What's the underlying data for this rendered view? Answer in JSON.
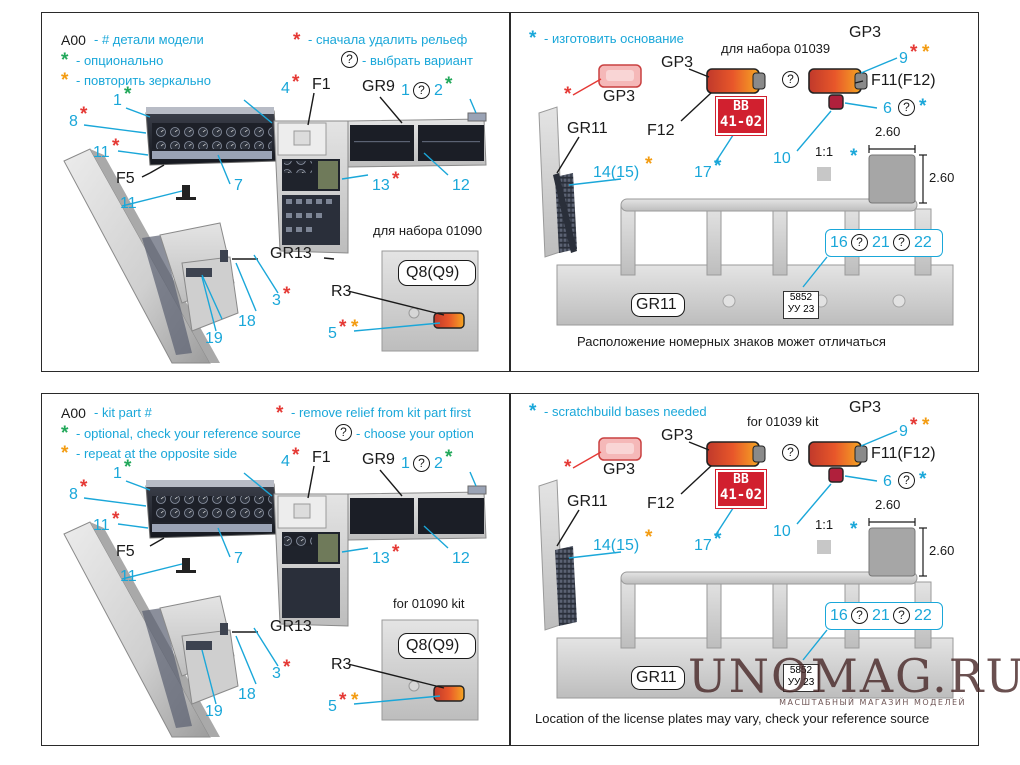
{
  "ru": {
    "legend": {
      "code": "A00",
      "kit_part": "- # детали модели",
      "optional": "- опционально",
      "mirror": "- повторить зеркально",
      "remove_relief": "- сначала удалить рельеф",
      "choose_variant": "- выбрать вариант",
      "scratchbuild": "- изготовить основание"
    },
    "kit_01039": "для набора 01039",
    "kit_01090": "для набора 01090",
    "caption": "Расположение номерных знаков может отличаться"
  },
  "en": {
    "legend": {
      "code": "A00",
      "kit_part": "- kit part #",
      "optional": "- optional, check your reference source",
      "mirror": "- repeat at the opposite side",
      "remove_relief": "- remove relief from kit part first",
      "choose_variant": "- choose your option",
      "scratchbuild": "- scratchbuild bases needed"
    },
    "kit_01039": "for 01039 kit",
    "kit_01090": "for 01090 kit",
    "caption": "Location of the license plates may vary, check your reference source"
  },
  "symbols": {
    "star": "*",
    "question": "?"
  },
  "parts": {
    "p1": "1",
    "p2": "2",
    "p3": "3",
    "p4": "4",
    "p5": "5",
    "p6": "6",
    "p7": "7",
    "p8": "8",
    "p9": "9",
    "p10": "10",
    "p11": "11",
    "p12": "12",
    "p13": "13",
    "p14_15": "14(15)",
    "p16": "16",
    "p17": "17",
    "p18": "18",
    "p19": "19",
    "p21": "21",
    "p22": "22",
    "f1": "F1",
    "f5": "F5",
    "f11_f12": "F11(F12)",
    "f12": "F12",
    "gr9": "GR9",
    "gr11": "GR11",
    "gr13": "GR13",
    "gp3": "GP3",
    "r3": "R3",
    "q8_q9": "Q8(Q9)"
  },
  "plate": {
    "line1": "BB",
    "line2": "41-02"
  },
  "small_plate": {
    "line1": "5852",
    "line2": "УУ 23"
  },
  "dims": {
    "scale": "1:1",
    "width": "2.60",
    "height": "2.60"
  },
  "watermark": {
    "title": "UNOMAG.RU",
    "subtitle": "МАСШТАБНЫЙ МАГАЗИН МОДЕЛЕЙ"
  },
  "colors": {
    "blue": "#1aa7d9",
    "red": "#e53935",
    "green": "#22a85a",
    "orange": "#f39c12",
    "plate": "#d1202f",
    "light": "#e8572a"
  }
}
